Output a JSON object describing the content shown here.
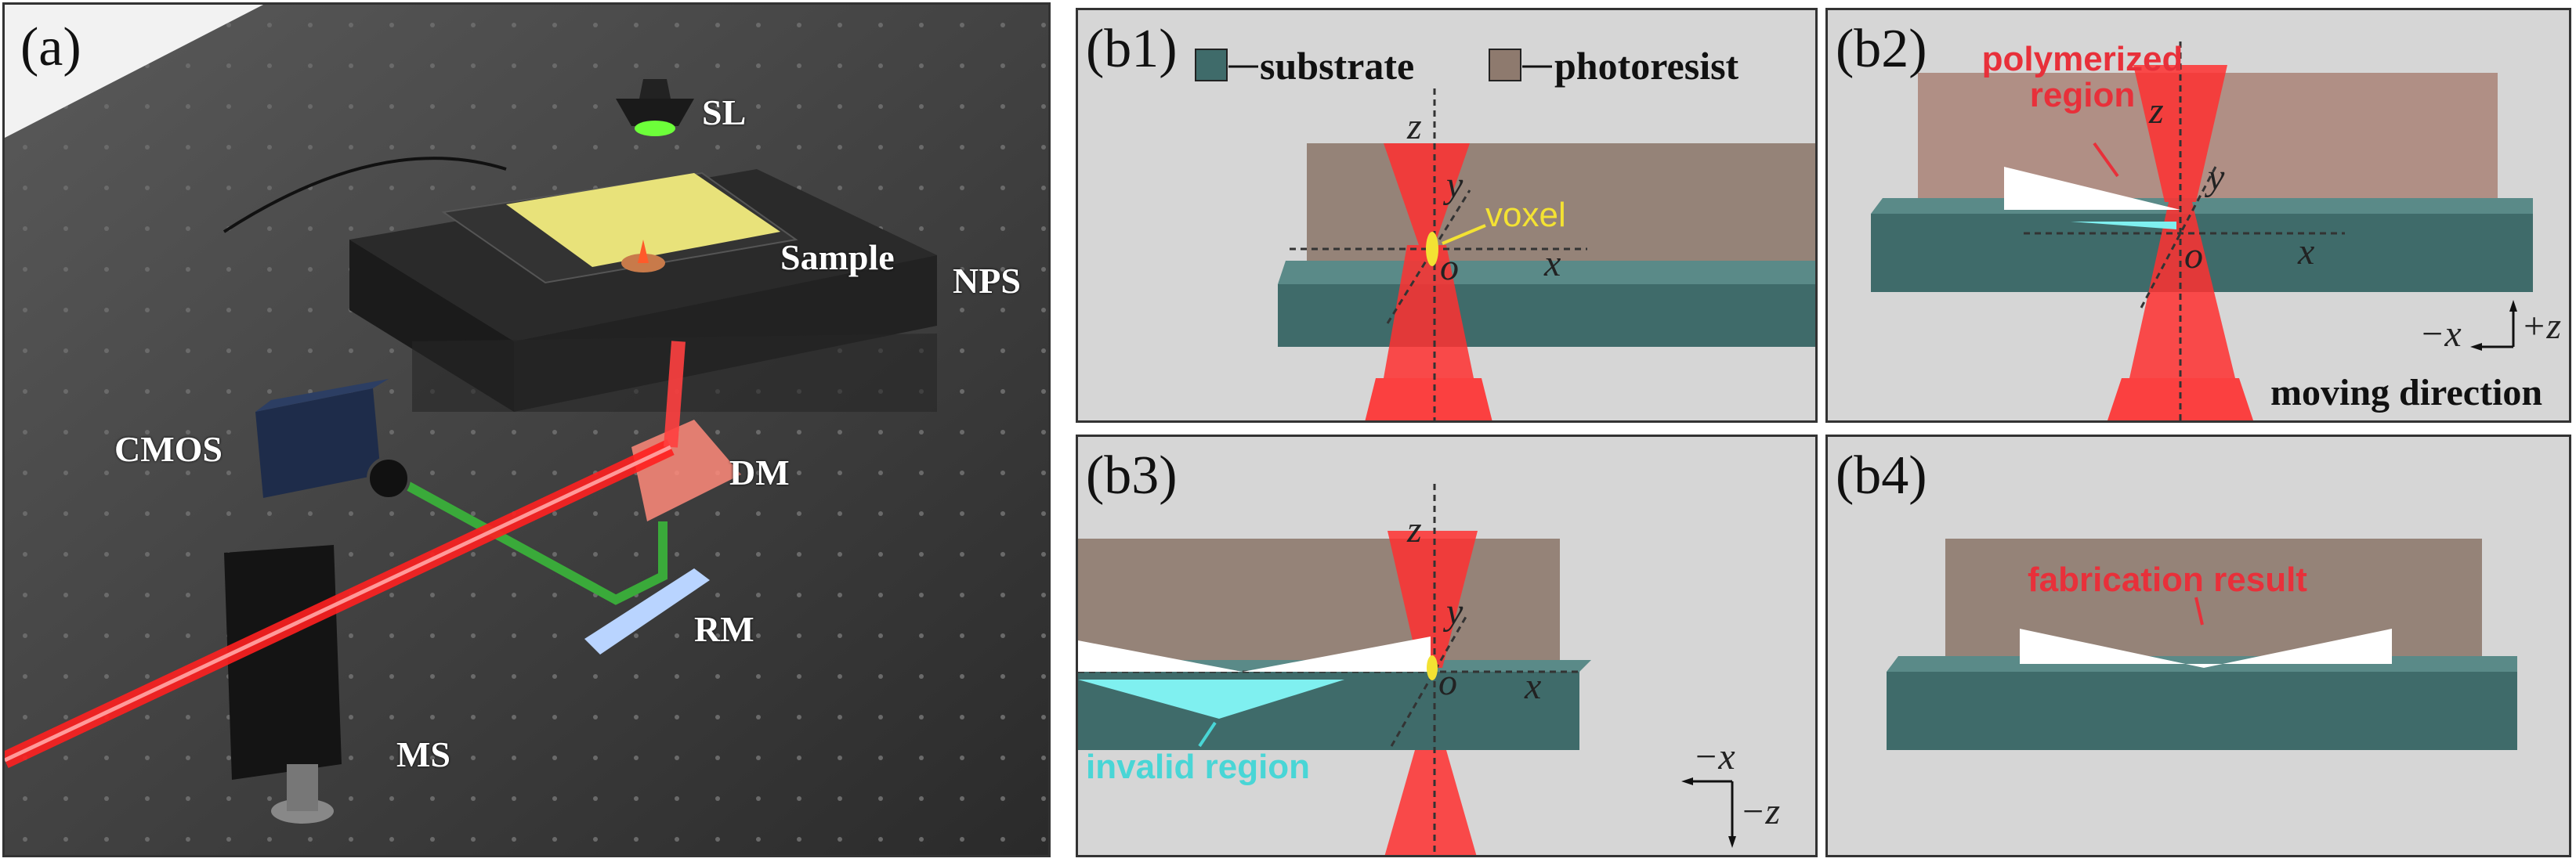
{
  "panel_a": {
    "tag": "(a)",
    "labels": {
      "sl": "SL",
      "sample": "Sample",
      "nps": "NPS",
      "cmos": "CMOS",
      "dm": "DM",
      "rm": "RM",
      "ms": "MS"
    }
  },
  "panel_b1": {
    "tag": "(b1)",
    "legend": {
      "substrate": "substrate",
      "photoresist": "photoresist"
    },
    "voxel": "voxel",
    "axes": {
      "z": "z",
      "y": "y",
      "x": "x",
      "o": "o"
    }
  },
  "panel_b2": {
    "tag": "(b2)",
    "polymerized": "polymerized region",
    "axes": {
      "z": "z",
      "y": "y",
      "x": "x",
      "o": "o"
    },
    "dir_x": "−x",
    "dir_z": "+z",
    "moving_direction": "moving direction"
  },
  "panel_b3": {
    "tag": "(b3)",
    "invalid": "invalid region",
    "axes": {
      "z": "z",
      "y": "y",
      "x": "x",
      "o": "o"
    },
    "dir_x": "−x",
    "dir_z": "−z"
  },
  "panel_b4": {
    "tag": "(b4)",
    "result": "fabrication result"
  },
  "colors": {
    "substrate": "#3f6b6a",
    "photoresist": "#8e7a6e",
    "laser": "#ff2a2a",
    "table": "#3a3a3a"
  }
}
